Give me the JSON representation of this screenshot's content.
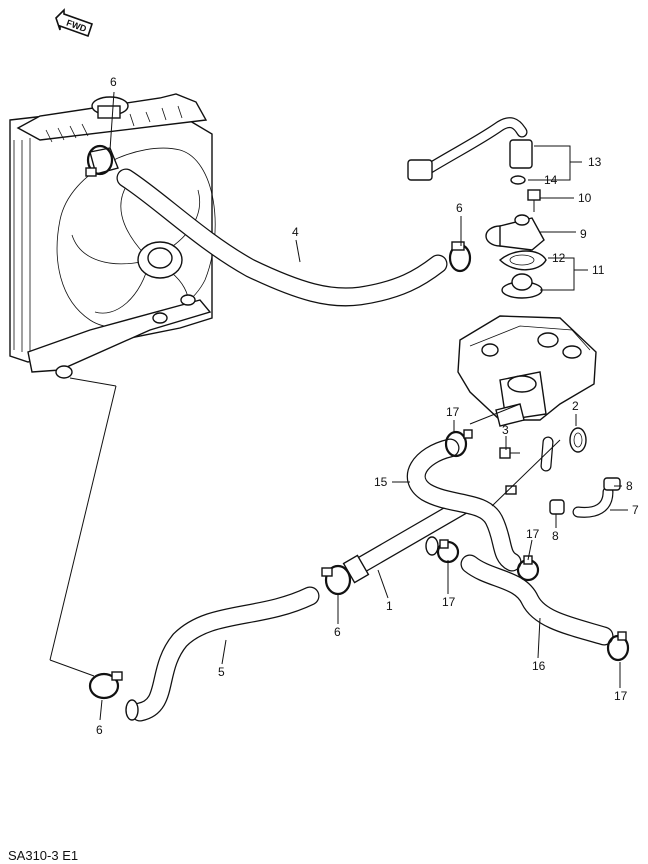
{
  "direction_badge": {
    "text": "FWD"
  },
  "diagram_code": "SA310-3 E1",
  "part_labels": [
    {
      "id": "6",
      "key": "clamp-upper-radiator"
    },
    {
      "id": "6",
      "key": "clamp-upper-outlet"
    },
    {
      "id": "4",
      "key": "hose-upper-radiator"
    },
    {
      "id": "13",
      "key": "thermo-switch-harness"
    },
    {
      "id": "14",
      "key": "switch-washer"
    },
    {
      "id": "10",
      "key": "bolt"
    },
    {
      "id": "9",
      "key": "thermostat-cap"
    },
    {
      "id": "12",
      "key": "thermostat-gasket"
    },
    {
      "id": "11",
      "key": "thermostat"
    },
    {
      "id": "17",
      "key": "clamp-heater-left"
    },
    {
      "id": "2",
      "key": "o-ring"
    },
    {
      "id": "3",
      "key": "bolt-small"
    },
    {
      "id": "15",
      "key": "hose-heater-inlet"
    },
    {
      "id": "8",
      "key": "clip-upper"
    },
    {
      "id": "7",
      "key": "hose-bypass"
    },
    {
      "id": "8",
      "key": "clip-lower"
    },
    {
      "id": "17",
      "key": "clamp-heater-right"
    },
    {
      "id": "1",
      "key": "water-pipe"
    },
    {
      "id": "17",
      "key": "clamp-pipe-lower"
    },
    {
      "id": "6",
      "key": "clamp-lower-pipe"
    },
    {
      "id": "5",
      "key": "hose-lower-radiator"
    },
    {
      "id": "16",
      "key": "hose-heater-outlet"
    },
    {
      "id": "6",
      "key": "clamp-lower-radiator"
    },
    {
      "id": "17",
      "key": "clamp-heater-outlet"
    }
  ]
}
